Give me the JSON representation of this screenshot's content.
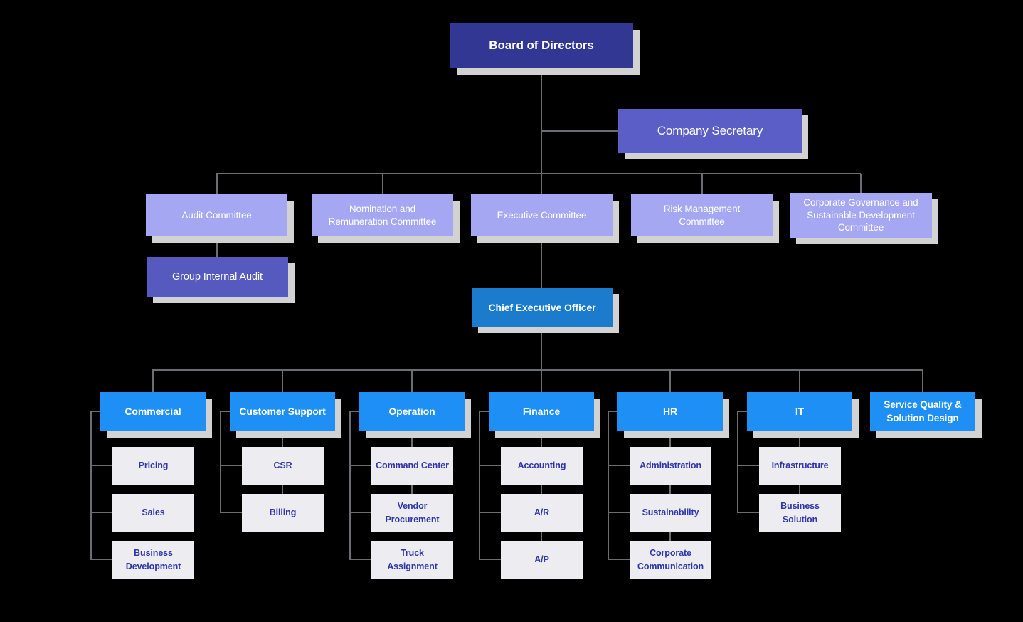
{
  "colors": {
    "background": "#000000",
    "board": "#333794",
    "secretary": "#5a5ec6",
    "internal_audit": "#565abf",
    "committee": "#a5a7f2",
    "ceo": "#1b7cce",
    "department": "#1e8ff5",
    "sub_bg": "#ececf1",
    "sub_text": "#3036ac",
    "line": "#6b6e70",
    "shadow": "#d2d2d2"
  },
  "org": {
    "board": {
      "label": "Board of Directors"
    },
    "company_secretary": {
      "label": "Company Secretary"
    },
    "committees": [
      {
        "label": "Audit Committee"
      },
      {
        "label": "Nomination and Remuneration Committee"
      },
      {
        "label": "Executive Committee"
      },
      {
        "label": "Risk Management Committee"
      },
      {
        "label": "Corporate Governance and Sustainable Development Committee"
      }
    ],
    "group_internal_audit": {
      "label": "Group Internal Audit"
    },
    "ceo": {
      "label": "Chief Executive Officer"
    },
    "departments": [
      {
        "label": "Commercial",
        "children": [
          "Pricing",
          "Sales",
          "Business Development"
        ]
      },
      {
        "label": "Customer Support",
        "children": [
          "CSR",
          "Billing"
        ]
      },
      {
        "label": "Operation",
        "children": [
          "Command Center",
          "Vendor Procurement",
          "Truck Assignment"
        ]
      },
      {
        "label": "Finance",
        "children": [
          "Accounting",
          "A/R",
          "A/P"
        ]
      },
      {
        "label": "HR",
        "children": [
          "Administration",
          "Sustainability",
          "Corporate Communication"
        ]
      },
      {
        "label": "IT",
        "children": [
          "Infrastructure",
          "Business Solution"
        ]
      },
      {
        "label": "Service Quality & Solution Design",
        "children": []
      }
    ]
  }
}
